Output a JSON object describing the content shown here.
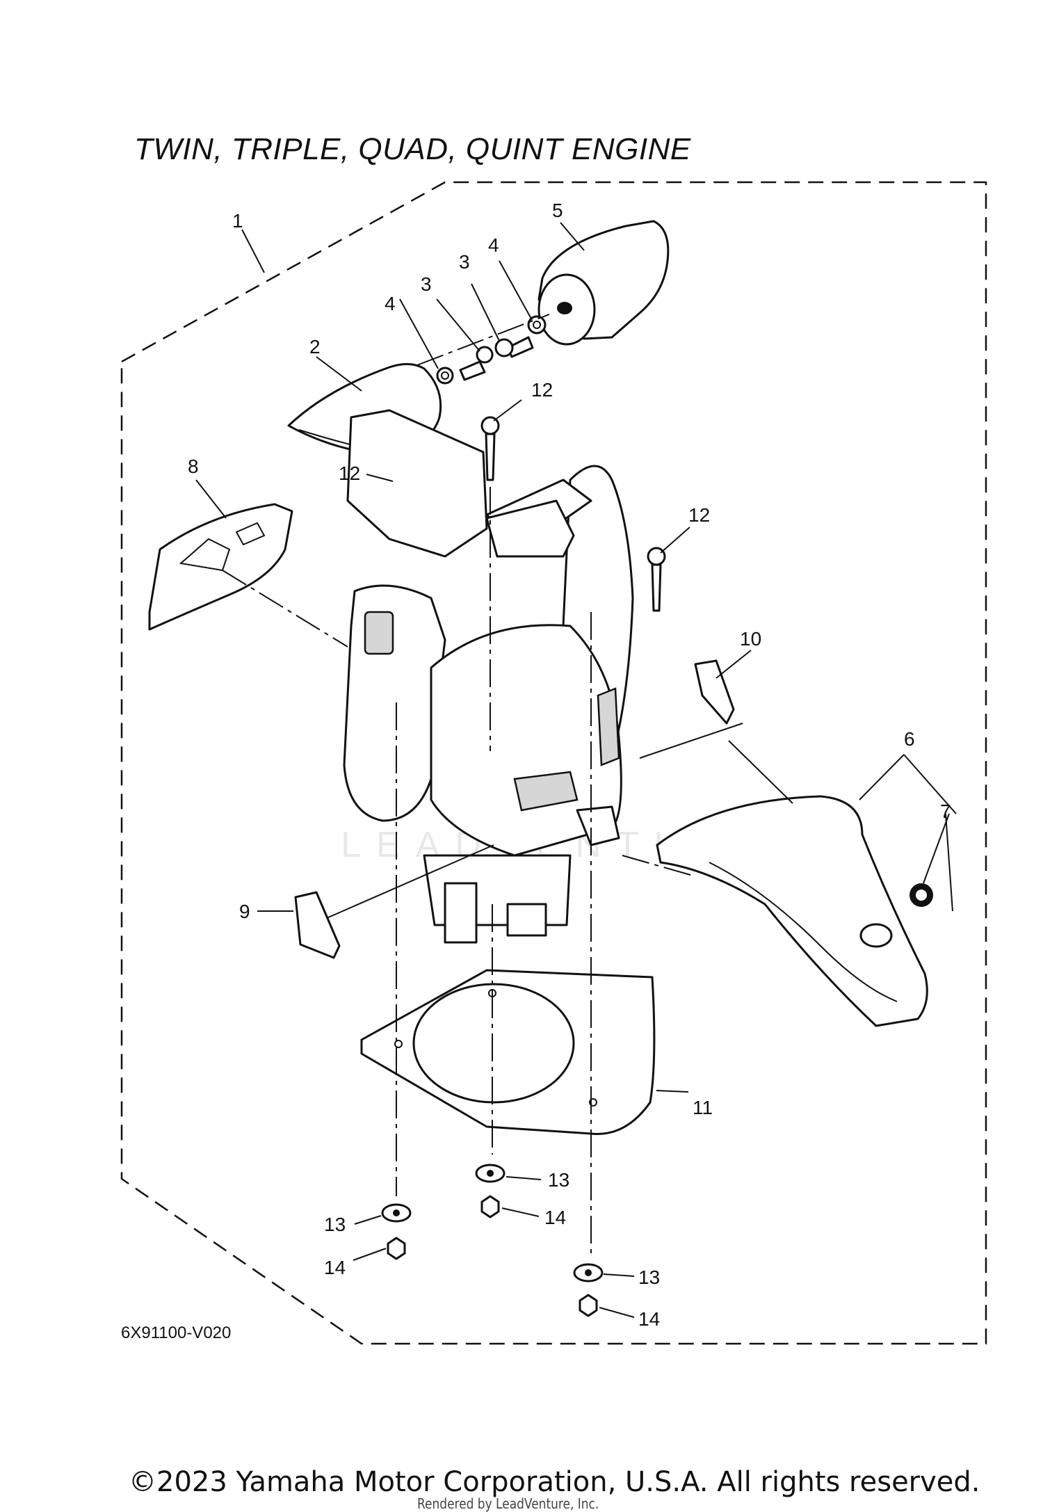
{
  "diagram": {
    "title": "TWIN, TRIPLE, QUAD, QUINT ENGINE",
    "code": "6X91100-V020",
    "callouts": [
      "1",
      "2",
      "3",
      "3",
      "4",
      "4",
      "5",
      "6",
      "7",
      "8",
      "9",
      "10",
      "11",
      "12",
      "12",
      "12",
      "13",
      "13",
      "13",
      "14",
      "14",
      "14"
    ]
  },
  "footer": {
    "copyright": "©2023 Yamaha Motor Corporation, U.S.A. All rights reserved.",
    "rendered_by": "Rendered by LeadVenture, Inc."
  },
  "watermark": "LEADVENTURE"
}
